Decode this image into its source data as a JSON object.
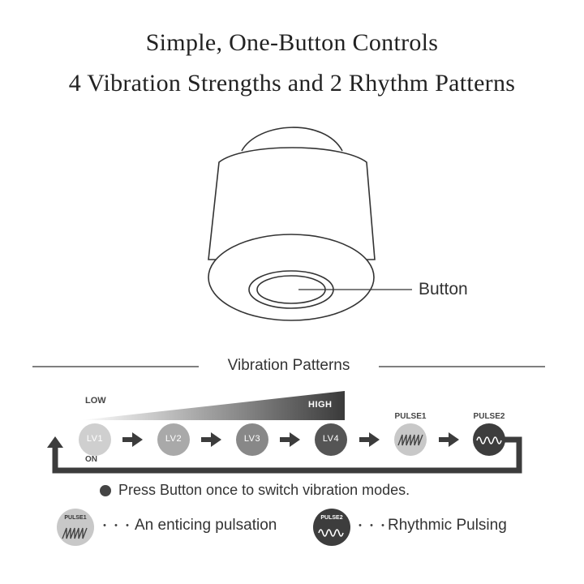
{
  "heading": {
    "line1": "Simple, One-Button Controls",
    "line2": "4 Vibration Strengths and 2 Rhythm Patterns"
  },
  "device": {
    "button_label": "Button"
  },
  "patterns": {
    "section_title": "Vibration Patterns",
    "low_label": "LOW",
    "high_label": "HIGH",
    "on_label": "ON",
    "steps": [
      "LV1",
      "LV2",
      "LV3",
      "LV4"
    ],
    "pulse_labels": [
      "PULSE1",
      "PULSE2"
    ],
    "colors": {
      "lv1": "#cfcfcf",
      "lv2": "#a9a9a9",
      "lv3": "#888888",
      "lv4": "#555555",
      "pulse1": "#c8c8c8",
      "pulse2": "#3d3d3d",
      "arrow": "#3c3c3c"
    }
  },
  "note": "Press Button once to switch vibration modes.",
  "legend": [
    {
      "badge": "PULSE1",
      "dots": "・・・",
      "text": "An enticing pulsation"
    },
    {
      "badge": "PULSE2",
      "dots": "・・・",
      "text": "Rhythmic Pulsing"
    }
  ]
}
